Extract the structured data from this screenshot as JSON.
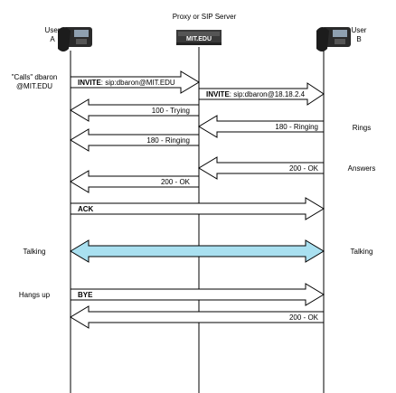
{
  "header": {
    "proxy_title": "Proxy or SIP Server",
    "proxy_device_text": "MIT.EDU"
  },
  "participants": {
    "user_a": {
      "line1": "User",
      "line2": "A"
    },
    "user_b": {
      "line1": "User",
      "line2": "B"
    }
  },
  "side_notes_left": {
    "calls_line1": "\"Calls\" dbaron",
    "calls_line2": "@MIT.EDU",
    "talking": "Talking",
    "hangs_up": "Hangs up"
  },
  "side_notes_right": {
    "rings": "Rings",
    "answers": "Answers",
    "talking": "Talking"
  },
  "messages": [
    {
      "id": "invite-a",
      "method": "INVITE",
      "rest": ": sip:dbaron@MIT.EDU",
      "from": "A",
      "to": "Proxy"
    },
    {
      "id": "invite-b",
      "method": "INVITE",
      "rest": ": sip:dbaron@18.18.2.4",
      "from": "Proxy",
      "to": "B"
    },
    {
      "id": "trying",
      "text": "100 - Trying",
      "from": "Proxy",
      "to": "A"
    },
    {
      "id": "ringing-b",
      "text": "180 - Ringing",
      "from": "B",
      "to": "Proxy"
    },
    {
      "id": "ringing-a",
      "text": "180 - Ringing",
      "from": "Proxy",
      "to": "A"
    },
    {
      "id": "ok-b",
      "text": "200 - OK",
      "from": "B",
      "to": "Proxy"
    },
    {
      "id": "ok-a",
      "text": "200 - OK",
      "from": "Proxy",
      "to": "A"
    },
    {
      "id": "ack",
      "text": "ACK",
      "from": "A",
      "to": "B"
    },
    {
      "id": "bye",
      "text": "BYE",
      "from": "A",
      "to": "B"
    },
    {
      "id": "ok-bye",
      "text": "200 - OK",
      "from": "B",
      "to": "A"
    }
  ],
  "colors": {
    "media_stream": "#a9e0f0",
    "phone_body": "#2a2a2a",
    "phone_screen": "#8fa0b0",
    "server_body": "#3a3a3a"
  }
}
